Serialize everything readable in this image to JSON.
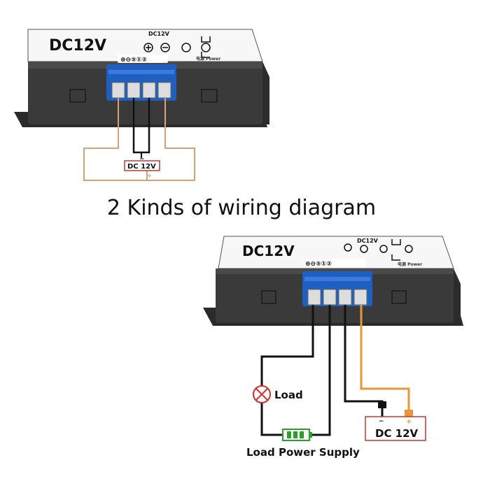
{
  "title": "2 Kinds of wiring diagram",
  "device": {
    "model_label": "DC12V",
    "panel_small_label": "DC12V",
    "terminal_labels": [
      "+",
      "−",
      "S1",
      "S2"
    ],
    "power_label": "电源 Power"
  },
  "diagram1": {
    "supply_label": "DC 12V",
    "minus_mark": "−",
    "plus_mark": "+"
  },
  "diagram2": {
    "load_label": "Load",
    "supply_label": "DC 12V",
    "minus_mark": "−",
    "plus_mark": "+",
    "load_power_label": "Load Power Supply"
  },
  "colors": {
    "housing": "#3a3a3a",
    "panel": "#ffffff",
    "terminal_blue": "#1f5fbf",
    "wire_black": "#111111",
    "wire_orange": "#e8963a",
    "wire_tan": "#d8a073",
    "supply_red": "#c0392b",
    "battery_green": "#2aa02a",
    "load_red": "#d32f2f"
  }
}
